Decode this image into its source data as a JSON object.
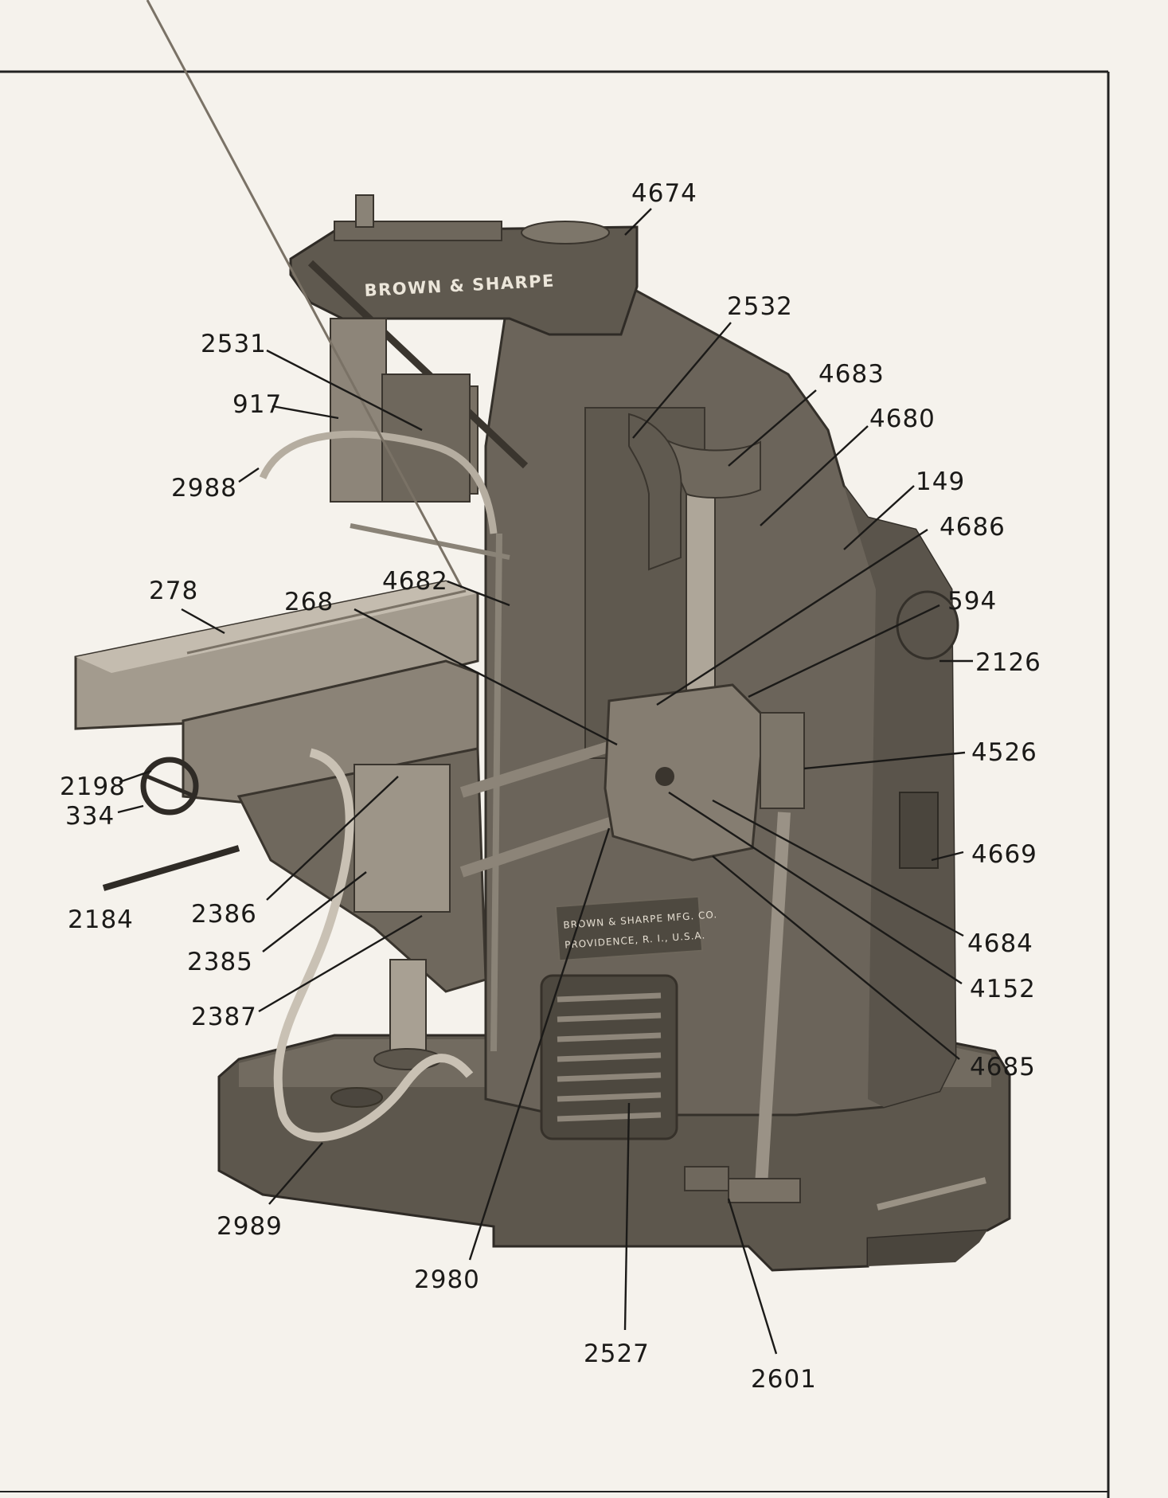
{
  "machine": {
    "brand_label": "BROWN & SHARPE",
    "plate_line_1": "BROWN & SHARPE MFG. CO.",
    "plate_line_2": "PROVIDENCE, R. I., U.S.A."
  },
  "labels": [
    {
      "id": "4674",
      "text": "4674"
    },
    {
      "id": "2532",
      "text": "2532"
    },
    {
      "id": "2531",
      "text": "2531"
    },
    {
      "id": "4683",
      "text": "4683"
    },
    {
      "id": "917",
      "text": "917"
    },
    {
      "id": "4680",
      "text": "4680"
    },
    {
      "id": "2988",
      "text": "2988"
    },
    {
      "id": "149",
      "text": "149"
    },
    {
      "id": "4686",
      "text": "4686"
    },
    {
      "id": "278",
      "text": "278"
    },
    {
      "id": "4682",
      "text": "4682"
    },
    {
      "id": "268",
      "text": "268"
    },
    {
      "id": "594",
      "text": "594"
    },
    {
      "id": "2126",
      "text": "2126"
    },
    {
      "id": "4526",
      "text": "4526"
    },
    {
      "id": "2198",
      "text": "2198"
    },
    {
      "id": "334",
      "text": "334"
    },
    {
      "id": "4669",
      "text": "4669"
    },
    {
      "id": "2184",
      "text": "2184"
    },
    {
      "id": "2386",
      "text": "2386"
    },
    {
      "id": "4684",
      "text": "4684"
    },
    {
      "id": "2385",
      "text": "2385"
    },
    {
      "id": "4152",
      "text": "4152"
    },
    {
      "id": "2387",
      "text": "2387"
    },
    {
      "id": "4685",
      "text": "4685"
    },
    {
      "id": "2989",
      "text": "2989"
    },
    {
      "id": "2980",
      "text": "2980"
    },
    {
      "id": "2527",
      "text": "2527"
    },
    {
      "id": "2601",
      "text": "2601"
    }
  ]
}
